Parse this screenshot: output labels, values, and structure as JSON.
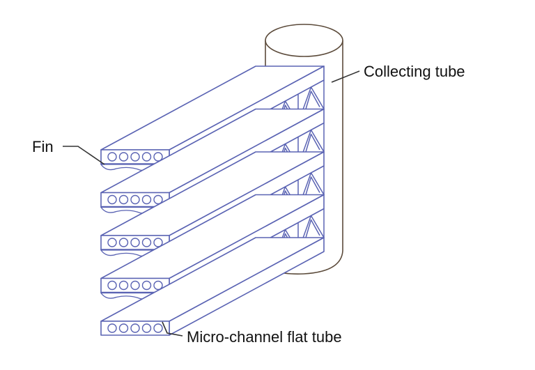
{
  "labels": {
    "collecting_tube": "Collecting tube",
    "fin": "Fin",
    "flat_tube": "Micro-channel flat tube"
  },
  "layout_counts": {
    "flat_tubes": 5,
    "channels_per_tube": 5,
    "fin_rows": 4
  }
}
